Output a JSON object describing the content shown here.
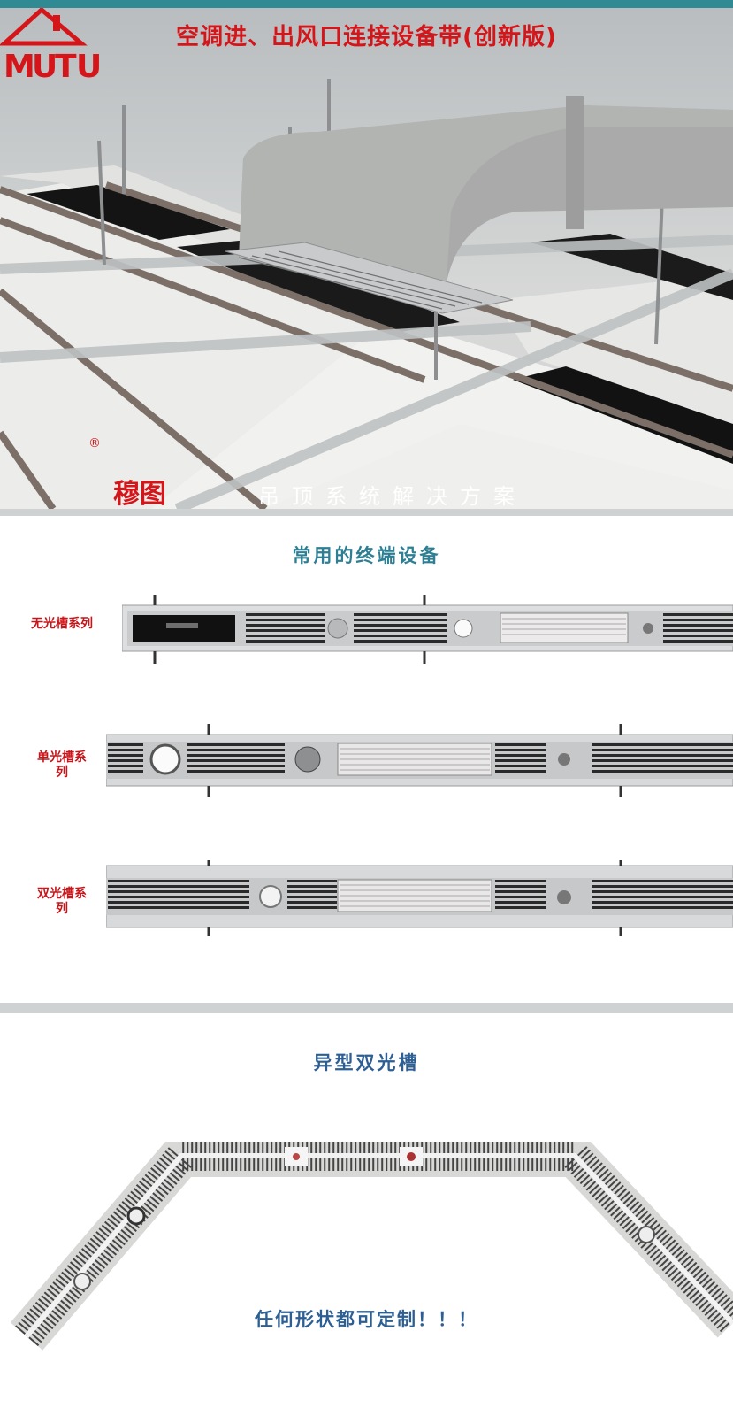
{
  "hero": {
    "title": "空调进、出风口连接设备带(创新版)",
    "brand": {
      "latin": "MUTU",
      "cn": "穆图",
      "registered": "®"
    },
    "slogan": "吊顶系统解决方案"
  },
  "terminal_section": {
    "title": "常用的终端设备",
    "series": [
      {
        "label": "无光槽系列"
      },
      {
        "label": "单光槽系列"
      },
      {
        "label": "双光槽系列"
      }
    ]
  },
  "shaped_section": {
    "title": "异型双光槽",
    "note": "任何形状都可定制！！！"
  },
  "colors": {
    "accent_teal": "#2e7f93",
    "brand_red": "#d4161b",
    "note_blue": "#2e5f93"
  }
}
